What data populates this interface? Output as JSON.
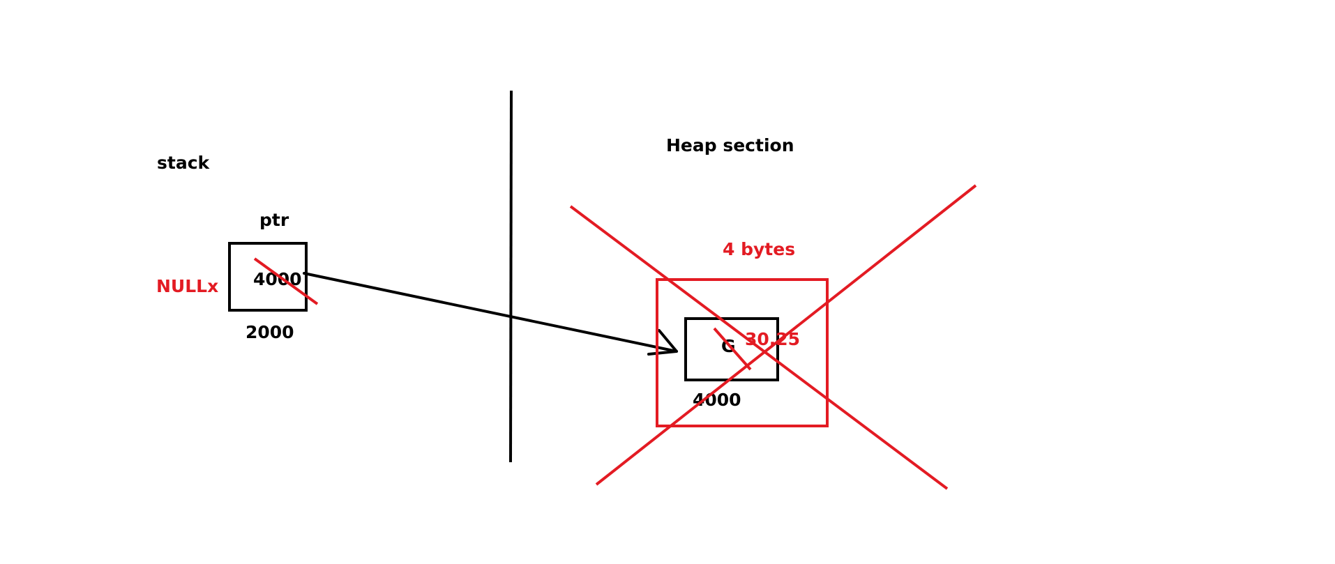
{
  "colors": {
    "ink": "#000000",
    "annotation": "#e31b23",
    "background": "#ffffff"
  },
  "stack": {
    "section_label": "stack",
    "variable_name": "ptr",
    "pointer_value": "4000",
    "variable_address": "2000",
    "reassigned_value": "NULLx"
  },
  "heap": {
    "section_label": "Heap section",
    "block_size": "4 bytes",
    "stored_value": "G",
    "overwritten_value": "30.25",
    "block_address": "4000"
  }
}
